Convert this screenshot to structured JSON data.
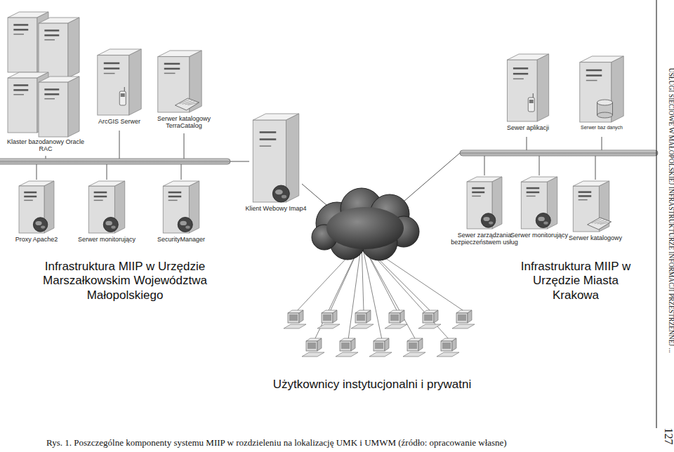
{
  "diagram": {
    "caption": "Rys. 1. Poszczególne komponenty systemu MIIP w rozdzieleniu na lokalizację UMK i UMWM (źródło: opracowanie własne)",
    "nodes": [
      {
        "text": [
          "Klaster bazodanowy Oracle RAC"
        ]
      },
      {
        "text": [
          "ArcGIS Serwer"
        ]
      },
      {
        "text": [
          "Serwer katalogowy TerraCatalog"
        ]
      },
      {
        "text": [
          "Proxy Apache2"
        ]
      },
      {
        "text": [
          "Serwer monitorujący"
        ]
      },
      {
        "text": [
          "SecurityManager"
        ]
      },
      {
        "text": [
          "Klient Webowy Imap4"
        ]
      },
      {
        "text": [
          "Sewer aplikacji"
        ]
      },
      {
        "text": [
          "Serwer baz danych"
        ]
      },
      {
        "text": [
          "Sewer zarządzania bezpieczeństwem usług"
        ]
      },
      {
        "text": [
          "Serwer monitorujący"
        ]
      },
      {
        "text": [
          "Serwer katalogowy"
        ]
      }
    ],
    "labels": [
      "Infrastruktura MIIP w Urzędzie Marszałkowskim Województwa Małopolskiego",
      "Infrastruktura MIIP w Urzędzie Miasta Krakowa",
      "Użytkownicy instytucjonalni i prywatni",
      "USŁUGI SIECIOWE W MAŁOPOLSKIEJ INFRASTRUKTURZE INFORMACJI PRZESTRZENNEJ ...",
      "127"
    ]
  }
}
